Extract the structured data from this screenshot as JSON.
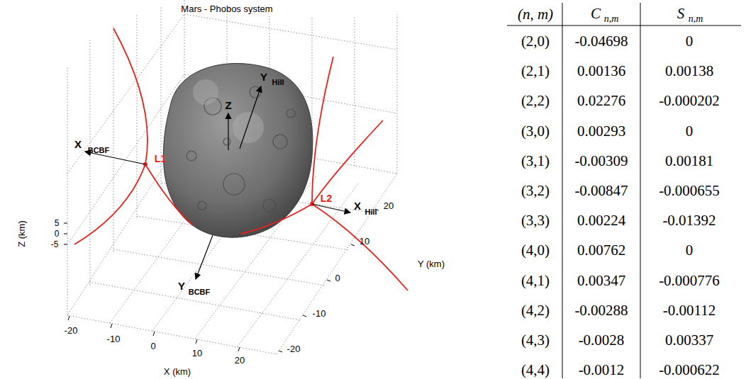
{
  "diagram": {
    "title": "Mars - Phobos system",
    "labels": [
      "L1",
      "L2",
      "Z",
      "Y",
      "Hill",
      "X",
      "BCBF",
      "X",
      "Hill",
      "Y",
      "BCBF",
      "5",
      "0",
      "-5",
      "Z (km)",
      "-20",
      "-10",
      "0",
      "10",
      "20",
      "X (km)",
      "20",
      "10",
      "0",
      "-10",
      "-20",
      "Y (km)",
      "(n, m)",
      "C",
      "n,m",
      "S",
      "n,m",
      "(2,0)",
      "-0.04698",
      "0",
      "(2,1)",
      "0.00136",
      "0.00138",
      "(2,2)",
      "0.02276",
      "-0.000202",
      "(3,0)",
      "0.00293",
      "0",
      "(3,1)",
      "-0.00309",
      "0.00181",
      "(3,2)",
      "-0.00847",
      "-0.000655",
      "(3,3)",
      "0.00224",
      "-0.01392",
      "(4,0)",
      "0.00762",
      "0",
      "(4,1)",
      "0.00347",
      "-0.000776",
      "(4,2)",
      "-0.00288",
      "-0.00112",
      "(4,3)",
      "-0.0028",
      "0.00337",
      "(4,4)",
      "-0.0012",
      "-0.000622"
    ]
  }
}
